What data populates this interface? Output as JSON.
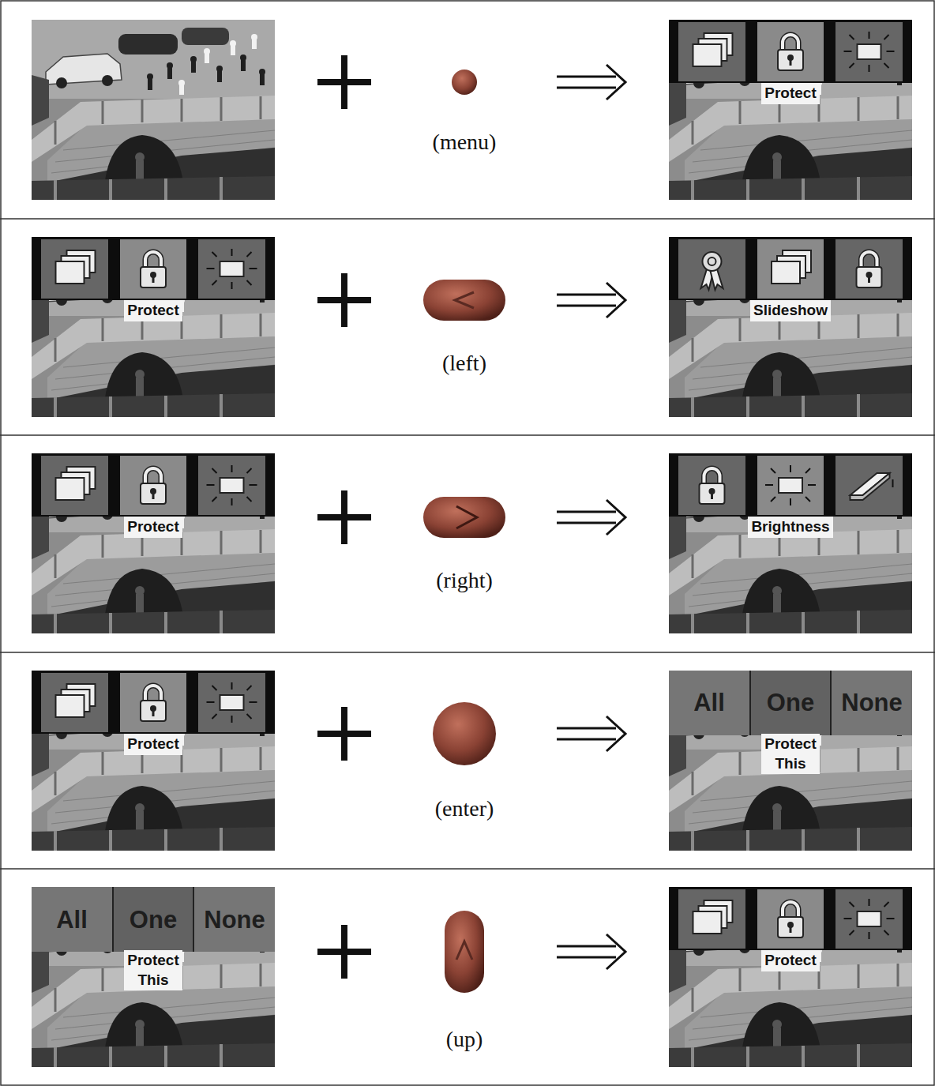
{
  "diagram": {
    "nodes": [
      {
        "text": [
          "Protect"
        ]
      },
      {
        "text": [
          "Protect"
        ]
      },
      {
        "text": [
          "Slideshow"
        ]
      },
      {
        "text": [
          "Protect"
        ]
      },
      {
        "text": [
          "Brightness"
        ]
      },
      {
        "text": [
          "Protect"
        ]
      },
      {
        "text": [
          "Protect This"
        ]
      },
      {
        "text": [
          "Protect This"
        ]
      },
      {
        "text": [
          "Protect"
        ]
      }
    ],
    "labels": [
      "(menu)",
      "(left)",
      "(right)",
      "(enter)",
      "All",
      "One",
      "None",
      "All",
      "One",
      "None",
      "(up)"
    ]
  }
}
